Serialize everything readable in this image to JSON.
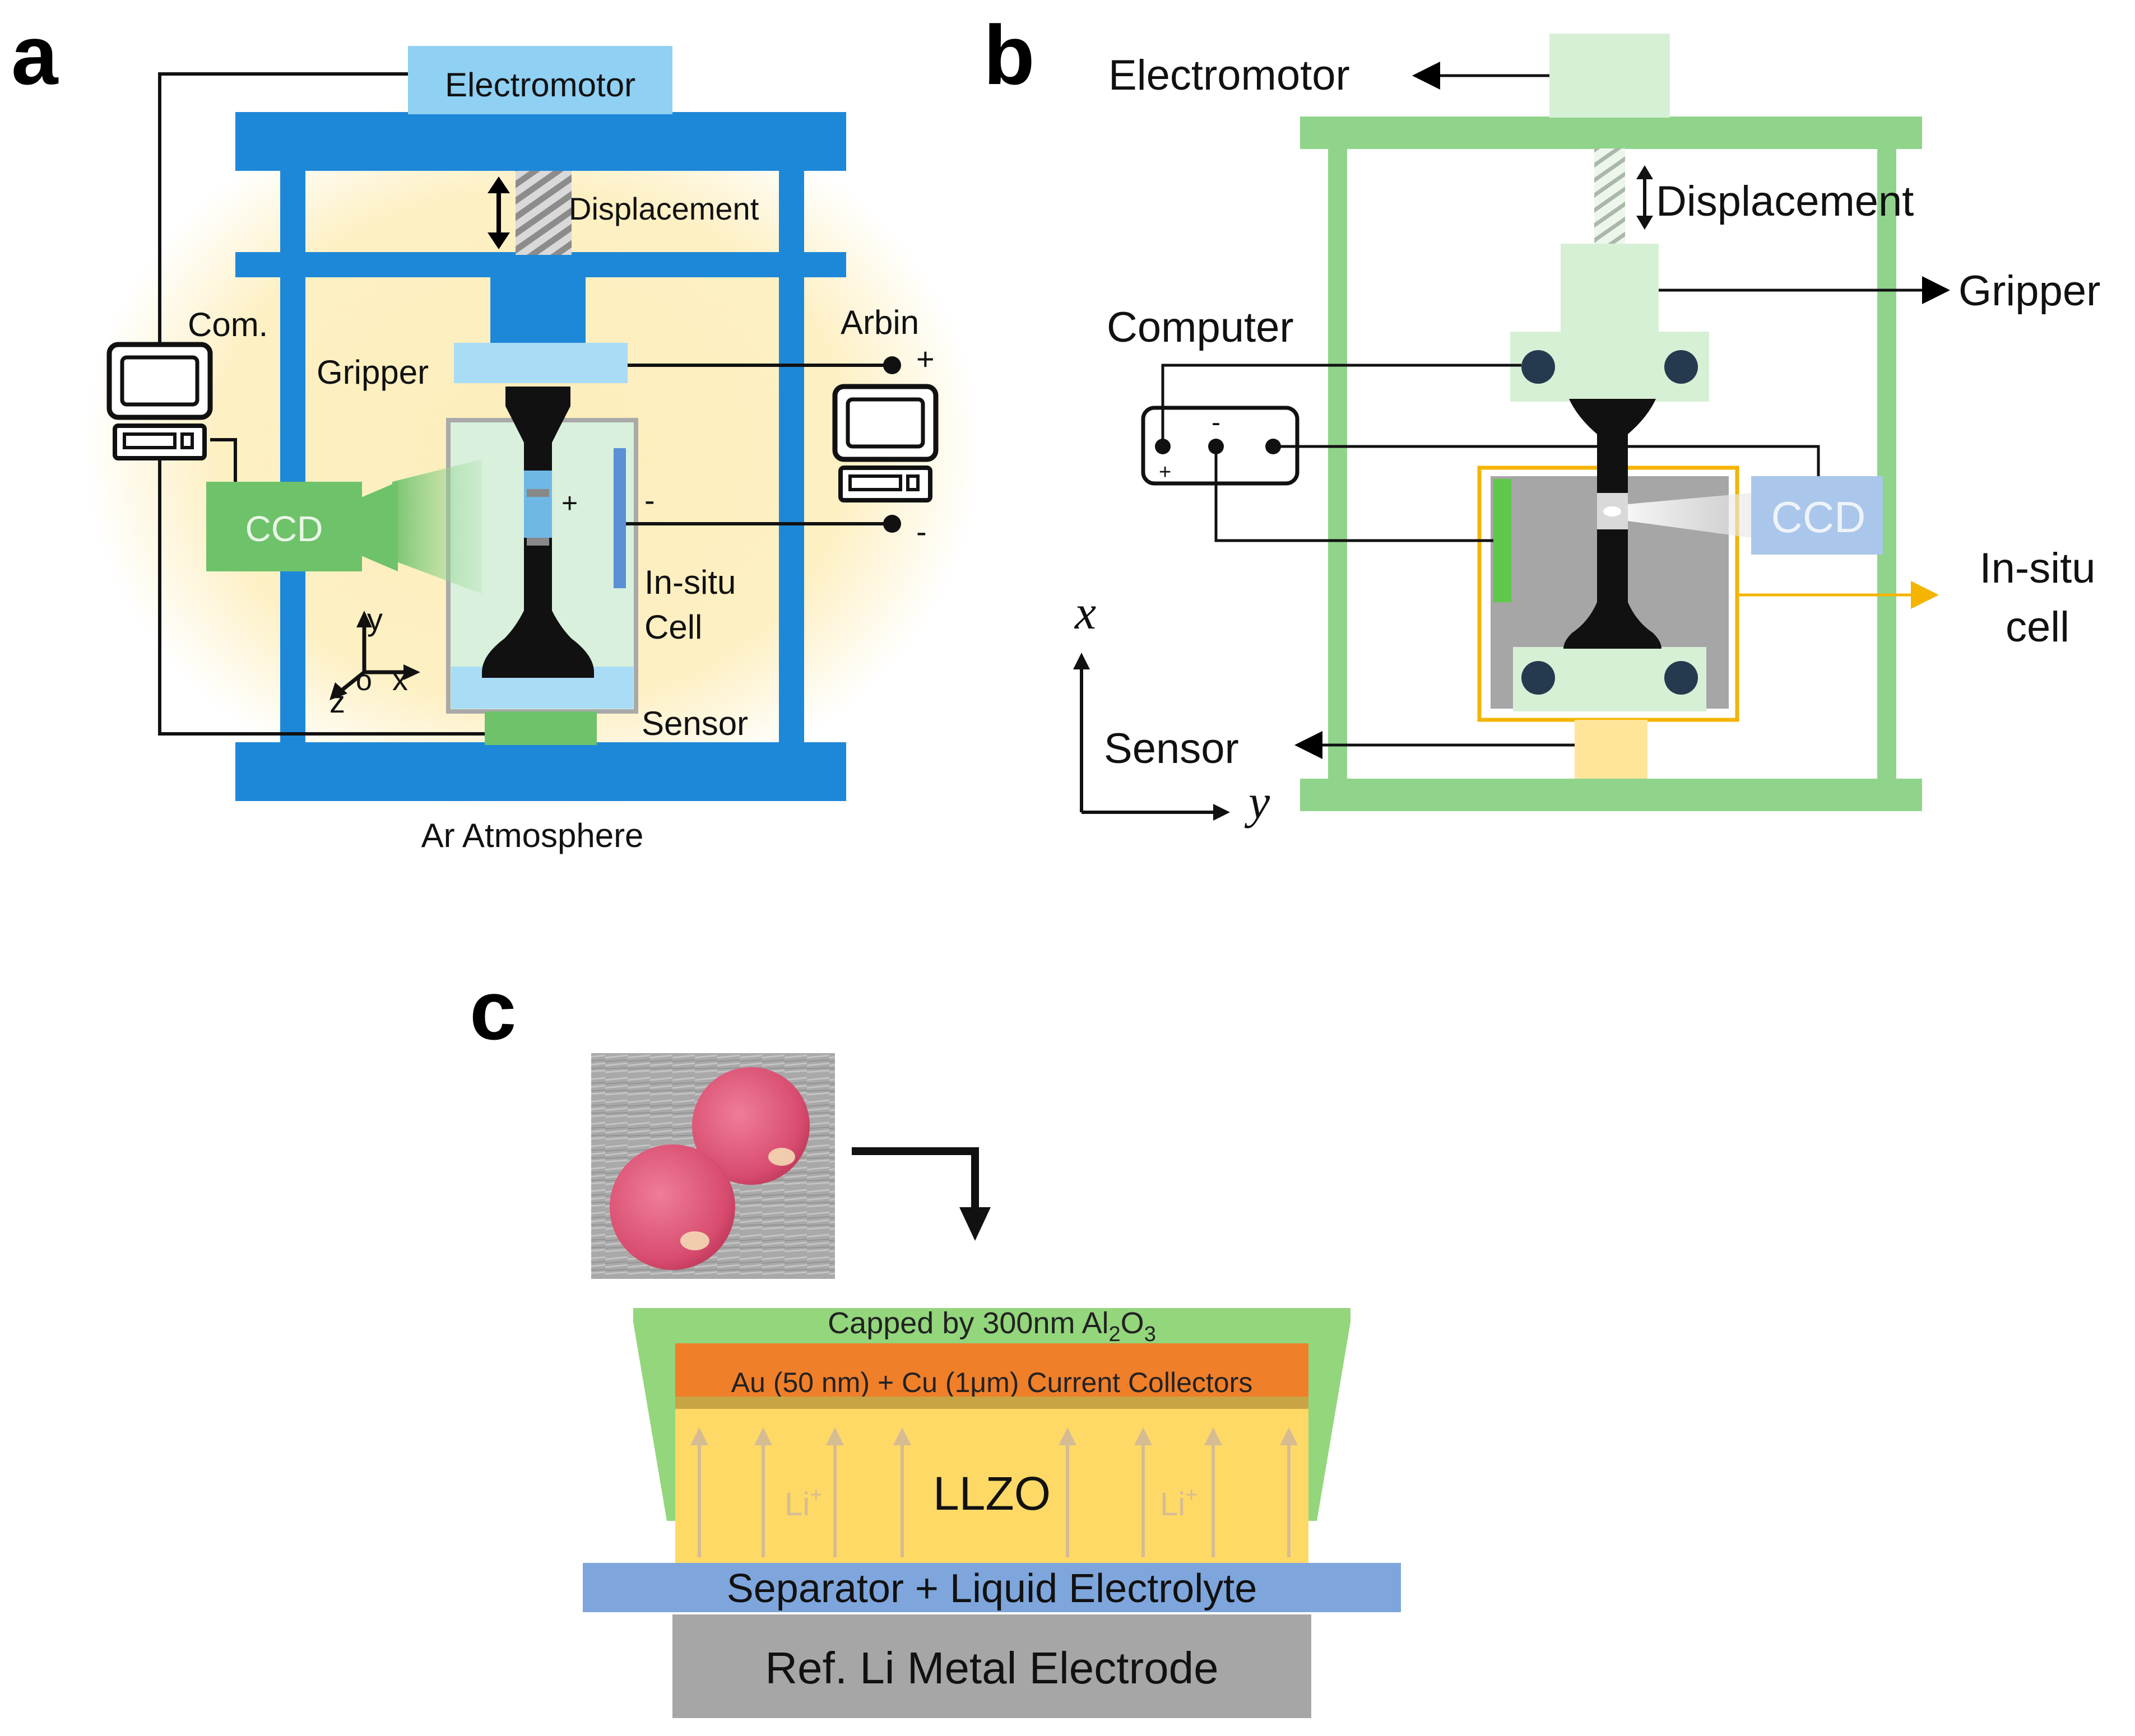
{
  "panel_a": {
    "letter": "a",
    "electromotor": "Electromotor",
    "displacement": "Displacement",
    "computer": "Com.",
    "arbin": "Arbin",
    "plus": "+",
    "minus": "-",
    "gripper": "Gripper",
    "ccd": "CCD",
    "cell_plus": "+",
    "cell_minus": "-",
    "insitu_line1": "In-situ",
    "insitu_line2": "Cell",
    "axis_y": "y",
    "axis_o": "o",
    "axis_x": "x",
    "axis_z": "z",
    "sensor": "Sensor",
    "atmosphere": "Ar Atmosphere",
    "colors": {
      "frame": "#1e88d8",
      "motor": "#8fd0f3",
      "ccd": "#6ec26a",
      "glow": "#fdeebc"
    }
  },
  "panel_b": {
    "letter": "b",
    "electromotor": "Electromotor",
    "displacement": "Displacement",
    "gripper": "Gripper",
    "computer": "Computer",
    "terminal_plus": "+",
    "terminal_minus": "-",
    "ccd": "CCD",
    "insitu_line1": "In-situ",
    "insitu_line2": "cell",
    "sensor": "Sensor",
    "axis_x": "x",
    "axis_y": "y",
    "colors": {
      "frame": "#8fd48a",
      "mint": "#d6f0d6",
      "cell_box": "#f4b400",
      "ccd": "#aac6ea"
    }
  },
  "panel_c": {
    "letter": "c",
    "photo_alt": "photo-of-two-pink-llzo-pellets",
    "cap_prefix": "Capped by 300nm Al",
    "cap_sub1": "2",
    "cap_mid": "O",
    "cap_sub2": "3",
    "current_collectors": "Au (50 nm) + Cu (1μm) Current Collectors",
    "li_ion_left": "Li",
    "li_ion_right": "Li",
    "li_sup": "+",
    "llzo": "LLZO",
    "separator": "Separator + Liquid Electrolyte",
    "electrode": "Ref. Li Metal Electrode",
    "colors": {
      "cap": "#93d67c",
      "collector": "#f07f2a",
      "llzo": "#ffd966",
      "separator": "#7ea6dc",
      "electrode": "#a6a6a6"
    }
  }
}
